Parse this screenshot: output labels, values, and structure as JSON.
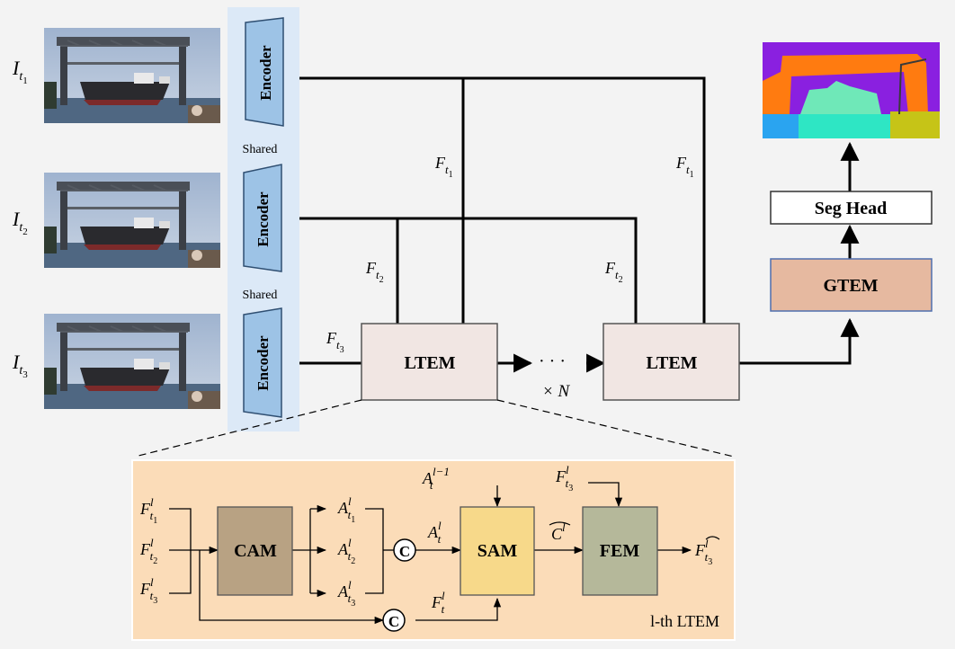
{
  "inputs": [
    {
      "label": "I",
      "sub": "t",
      "subsub": "1"
    },
    {
      "label": "I",
      "sub": "t",
      "subsub": "2"
    },
    {
      "label": "I",
      "sub": "t",
      "subsub": "3"
    }
  ],
  "encoder": {
    "label": "Encoder",
    "shared_label": "Shared"
  },
  "features": {
    "f": "F",
    "t": "t",
    "one": "1",
    "two": "2",
    "three": "3"
  },
  "ltem": {
    "label": "LTEM",
    "dots": "· · ·",
    "repeat": "× N"
  },
  "gtem": {
    "label": "GTEM"
  },
  "seg_head": {
    "label": "Seg Head"
  },
  "detail": {
    "title": "l-th LTEM",
    "cam": "CAM",
    "sam": "SAM",
    "fem": "FEM",
    "concat": "C",
    "sym_F": "F",
    "sym_A": "A",
    "sup_l": "l",
    "sup_lm1": "l−1",
    "sub_t": "t",
    "c_tilde": "C",
    "out_sup": "l"
  },
  "colors": {
    "background": "#f3f3f3",
    "encoder_fill": "#9dc3e6",
    "encoder_band": "#dce9f7",
    "ltem_fill": "#f1e6e3",
    "gtem_fill": "#e6b9a0",
    "gtem_border": "#4f6faf",
    "panel_fill": "#fbdcb8",
    "cam_fill": "#b8a283",
    "sam_fill": "#f7d98a",
    "fem_fill": "#b5b89a",
    "seg_orange": "#ff7b10",
    "seg_purple": "#8a20e0",
    "seg_cyan": "#2ee6c4"
  }
}
